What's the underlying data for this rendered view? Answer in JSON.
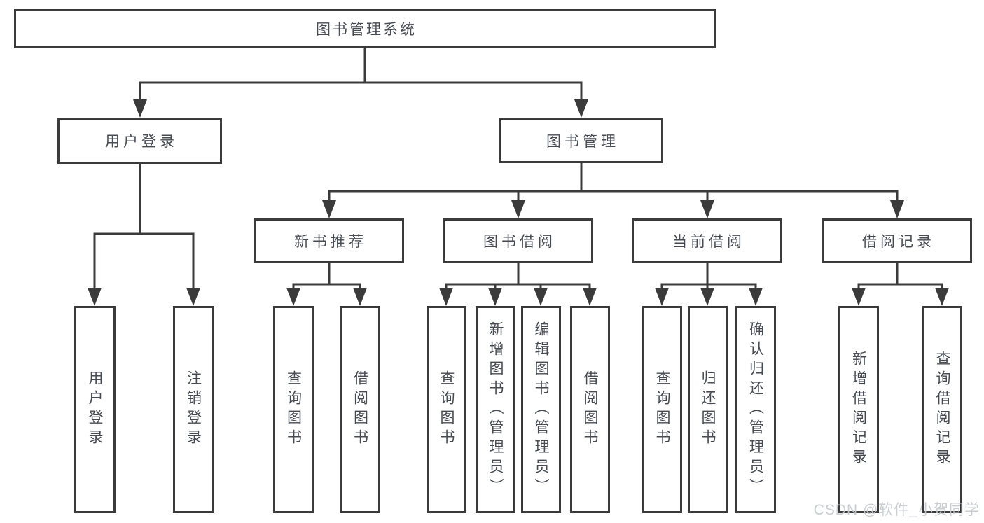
{
  "diagram": {
    "title": "图书管理系统",
    "root": {
      "label": "图书管理系统"
    },
    "branches": [
      {
        "label": "用户登录",
        "children": [
          {
            "label": "用户登录"
          },
          {
            "label": "注销登录"
          }
        ]
      },
      {
        "label": "图书管理",
        "children": [
          {
            "label": "新书推荐",
            "children": [
              {
                "label": "查询图书"
              },
              {
                "label": "借阅图书"
              }
            ]
          },
          {
            "label": "图书借阅",
            "children": [
              {
                "label": "查询图书"
              },
              {
                "label": "新增图书（管理员）"
              },
              {
                "label": "编辑图书（管理员）"
              },
              {
                "label": "借阅图书"
              }
            ]
          },
          {
            "label": "当前借阅",
            "children": [
              {
                "label": "查询图书"
              },
              {
                "label": "归还图书"
              },
              {
                "label": "确认归还（管理员）"
              }
            ]
          },
          {
            "label": "借阅记录",
            "children": [
              {
                "label": "新增借阅记录"
              },
              {
                "label": "查询借阅记录"
              }
            ]
          }
        ]
      }
    ]
  },
  "watermark": {
    "text": "CSDN @软件_小贺同学"
  },
  "colors": {
    "line": "#3b3b3b",
    "text": "#474b54",
    "watermark": "#c6c9ce",
    "background": "#ffffff"
  }
}
